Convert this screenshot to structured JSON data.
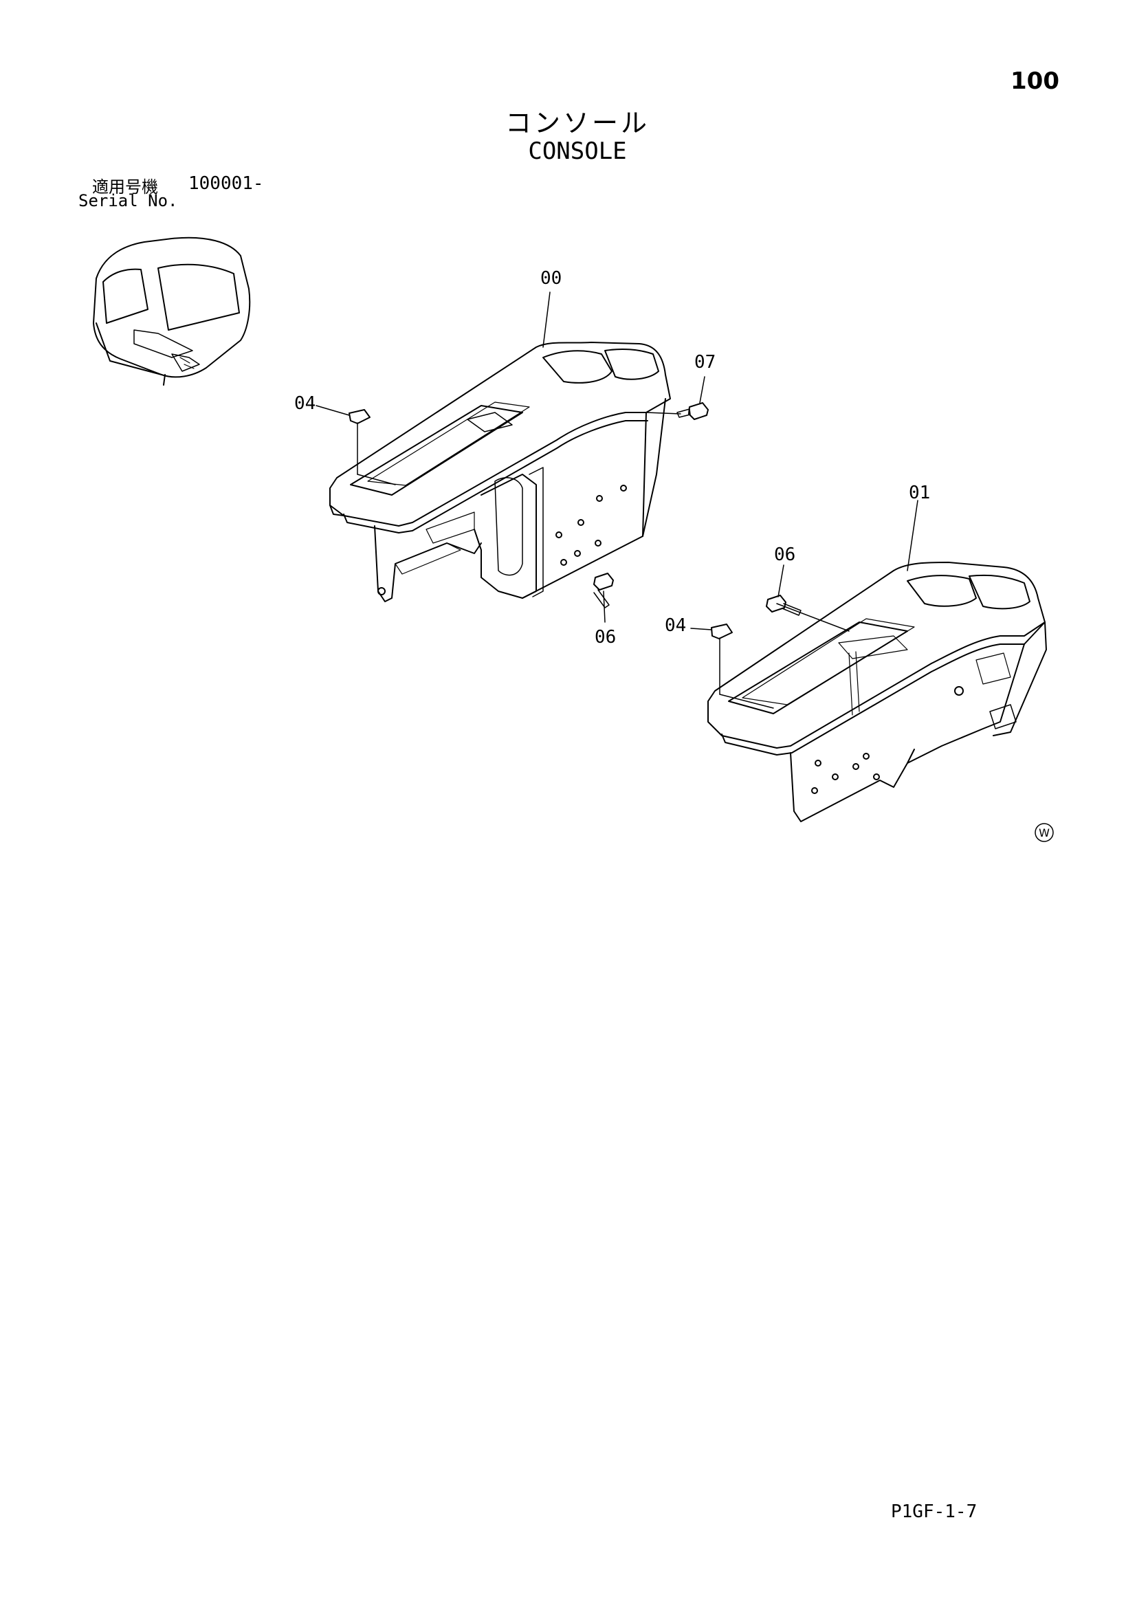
{
  "header": {
    "page_number": "100",
    "title_jp": "コンソール",
    "title_en": "CONSOLE",
    "serial_label_jp": "適用号機",
    "serial_value": "100001-",
    "serial_label_en": "Serial No."
  },
  "callouts": {
    "part_00": "00",
    "part_07": "07",
    "part_04_left": "04",
    "part_06_left": "06",
    "part_01": "01",
    "part_06_right": "06",
    "part_04_right": "04"
  },
  "footer": {
    "ref_code": "P1GF-1-7",
    "marker": "W"
  }
}
